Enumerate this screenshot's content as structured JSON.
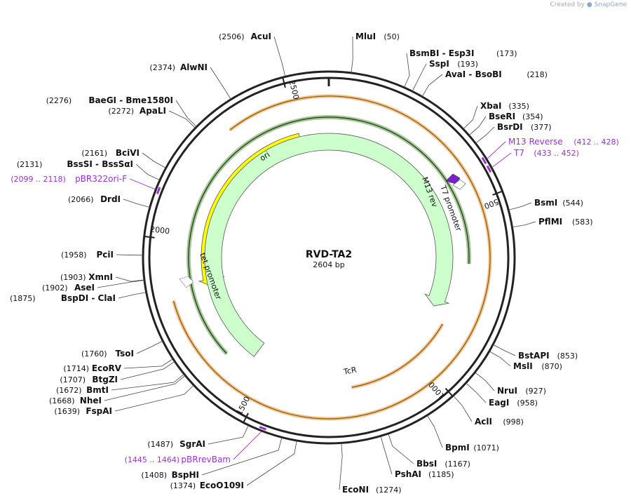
{
  "credit": {
    "prefix": "Created by",
    "brand": "SnapGene"
  },
  "plasmid": {
    "name": "RVD-TA2",
    "size": "2604 bp",
    "length": 2604
  },
  "colors": {
    "ori": "#ffff00",
    "TcR": "#ccffcc",
    "promoter_arrow": "#ffffff",
    "primer": "#9a32cd",
    "orf_green": "#558b2f",
    "orf_orange": "#e69138"
  },
  "tick_marks": [
    {
      "pos": 500,
      "label": "500"
    },
    {
      "pos": 1000,
      "label": "1000"
    },
    {
      "pos": 1500,
      "label": "1500"
    },
    {
      "pos": 2000,
      "label": "2000"
    },
    {
      "pos": 2500,
      "label": "2500"
    }
  ],
  "features": [
    {
      "name": "ori",
      "start": 2505,
      "end": 1850,
      "type": "arrow",
      "color": "#ffff00"
    },
    {
      "name": "TcR",
      "start": 1570,
      "end": 830,
      "type": "arrow",
      "color": "#ccffcc"
    },
    {
      "name": "T7 promoter",
      "pos": 445,
      "type": "small"
    },
    {
      "name": "M13 rev",
      "pos": 418,
      "type": "small"
    },
    {
      "name": "tet promoter",
      "pos": 1890,
      "type": "small"
    }
  ],
  "enzymes_right": [
    {
      "name": "MluI",
      "pos": "(50)",
      "site": 50
    },
    {
      "name": "BsmBI  -  Esp3I",
      "pos": "(173)",
      "site": 173
    },
    {
      "name": "SspI",
      "pos": "(193)",
      "site": 193
    },
    {
      "name": "AvaI  -  BsoBI",
      "pos": "(218)",
      "site": 218
    },
    {
      "name": "XbaI",
      "pos": "(335)",
      "site": 335
    },
    {
      "name": "BseRI",
      "pos": "(354)",
      "site": 354
    },
    {
      "name": "BsrDI",
      "pos": "(377)",
      "site": 377
    },
    {
      "name": "BsmI",
      "pos": "(544)",
      "site": 544
    },
    {
      "name": "PflMI",
      "pos": "(583)",
      "site": 583
    },
    {
      "name": "BstAPI",
      "pos": "(853)",
      "site": 853
    },
    {
      "name": "MslI",
      "pos": "(870)",
      "site": 870
    },
    {
      "name": "NruI",
      "pos": "(927)",
      "site": 927
    },
    {
      "name": "EagI",
      "pos": "(958)",
      "site": 958
    },
    {
      "name": "AclI",
      "pos": "(998)",
      "site": 998
    },
    {
      "name": "BpmI",
      "pos": "(1071)",
      "site": 1071
    },
    {
      "name": "BbsI",
      "pos": "(1167)",
      "site": 1167
    },
    {
      "name": "PshAI",
      "pos": "(1185)",
      "site": 1185
    },
    {
      "name": "EcoNI",
      "pos": "(1274)",
      "site": 1274
    }
  ],
  "enzymes_left": [
    {
      "name": "AcuI",
      "pos": "(2506)",
      "site": 2506
    },
    {
      "name": "AlwNI",
      "pos": "(2374)",
      "site": 2374
    },
    {
      "name": "BaeGI  -  Bme1580I",
      "pos": "(2276)",
      "site": 2276
    },
    {
      "name": "ApaLI",
      "pos": "(2272)",
      "site": 2272
    },
    {
      "name": "BciVI",
      "pos": "(2161)",
      "site": 2161
    },
    {
      "name": "BssSI  -  BssSαI",
      "pos": "(2131)",
      "site": 2131
    },
    {
      "name": "DrdI",
      "pos": "(2066)",
      "site": 2066
    },
    {
      "name": "PciI",
      "pos": "(1958)",
      "site": 1958
    },
    {
      "name": "XmnI",
      "pos": "(1903)",
      "site": 1903
    },
    {
      "name": "AseI",
      "pos": "(1902)",
      "site": 1902
    },
    {
      "name": "BspDI  -  ClaI",
      "pos": "(1875)",
      "site": 1875
    },
    {
      "name": "TsoI",
      "pos": "(1760)",
      "site": 1760
    },
    {
      "name": "EcoRV",
      "pos": "(1714)",
      "site": 1714
    },
    {
      "name": "BtgZI",
      "pos": "(1707)",
      "site": 1707
    },
    {
      "name": "BmtI",
      "pos": "(1672)",
      "site": 1672
    },
    {
      "name": "NheI",
      "pos": "(1668)",
      "site": 1668
    },
    {
      "name": "FspAI",
      "pos": "(1639)",
      "site": 1639
    },
    {
      "name": "SgrAI",
      "pos": "(1487)",
      "site": 1487
    },
    {
      "name": "BspHI",
      "pos": "(1408)",
      "site": 1408
    },
    {
      "name": "EcoO109I",
      "pos": "(1374)",
      "site": 1374
    }
  ],
  "primers": [
    {
      "name": "M13 Reverse",
      "pos": "(412 .. 428)",
      "site": 420,
      "side": "right"
    },
    {
      "name": "T7",
      "pos": "(433 .. 452)",
      "site": 442,
      "side": "right"
    },
    {
      "name": "pBR322ori-F",
      "pos": "(2099 .. 2118)",
      "site": 2108,
      "side": "left"
    },
    {
      "name": "pBRrevBam",
      "pos": "(1445 .. 1464)",
      "site": 1455,
      "side": "left"
    }
  ]
}
